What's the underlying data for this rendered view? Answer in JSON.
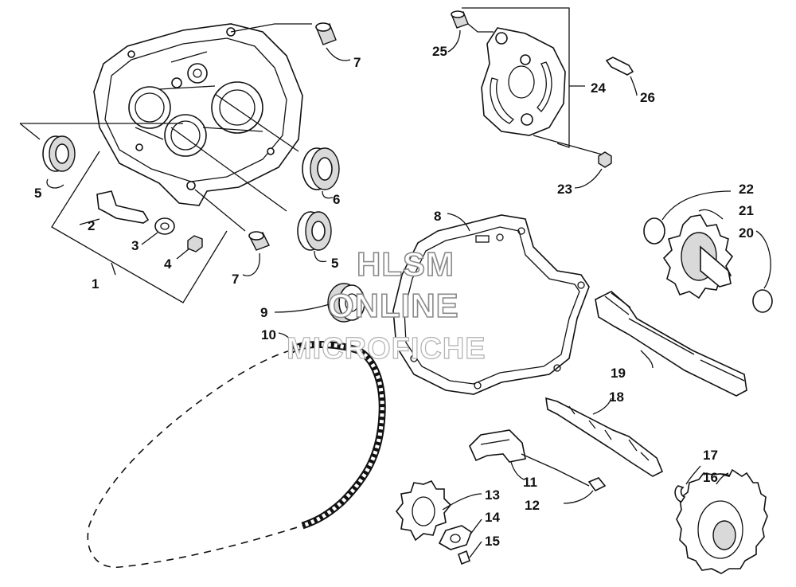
{
  "watermark": {
    "line1": "HLSM",
    "line2": "ONLINE",
    "line3": "MICROFICHE"
  },
  "callouts": {
    "c1": "1",
    "c2": "2",
    "c3": "3",
    "c4": "4",
    "c5a": "5",
    "c5b": "5",
    "c6": "6",
    "c7a": "7",
    "c7b": "7",
    "c8": "8",
    "c9": "9",
    "c10": "10",
    "c11": "11",
    "c12": "12",
    "c13": "13",
    "c14": "14",
    "c15": "15",
    "c16": "16",
    "c17": "17",
    "c18": "18",
    "c19": "19",
    "c20": "20",
    "c21": "21",
    "c22": "22",
    "c23": "23",
    "c24": "24",
    "c25": "25",
    "c26": "26"
  }
}
